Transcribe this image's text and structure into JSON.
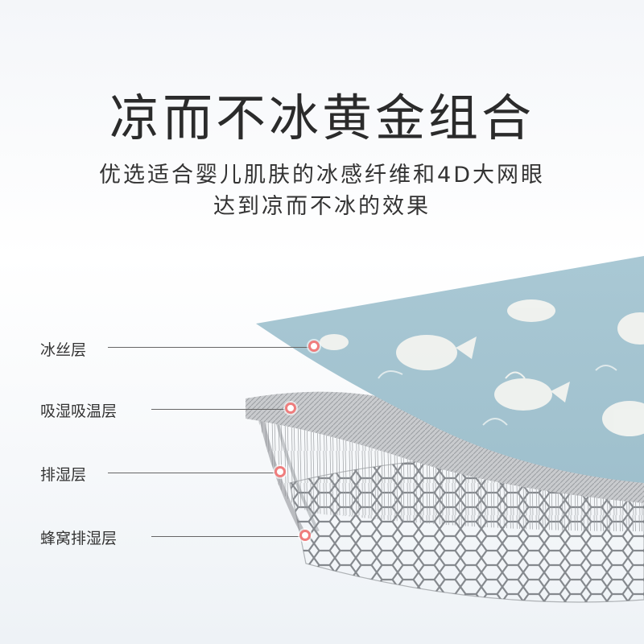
{
  "headline": "凉而不冰黄金组合",
  "subtitle": {
    "line1": "优选适合婴儿肌肤的冰感纤维和4D大网眼",
    "line2": "达到凉而不冰的效果"
  },
  "layers": [
    {
      "label": "冰丝层"
    },
    {
      "label": "吸湿吸温层"
    },
    {
      "label": "排湿层"
    },
    {
      "label": "蜂窝排湿层"
    }
  ],
  "colors": {
    "fabric_blue": "#a9c8d4",
    "whale_white": "#f3f4f0",
    "mesh_gray": "#8a8d92",
    "dot_accent": "#ef7d7d",
    "text": "#2b2b2b"
  }
}
